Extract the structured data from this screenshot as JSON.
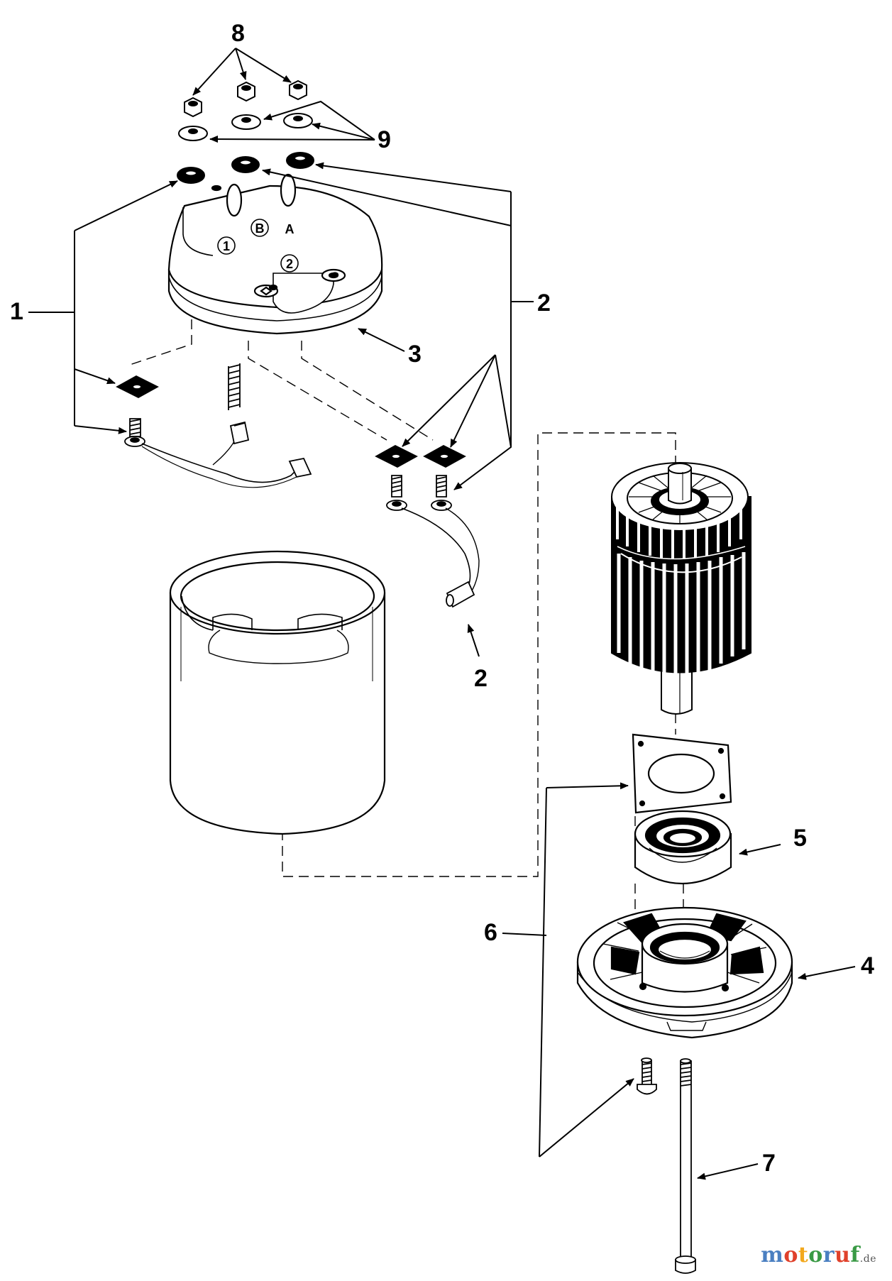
{
  "diagram": {
    "callouts": [
      {
        "id": "c8",
        "label": "8"
      },
      {
        "id": "c9",
        "label": "9"
      },
      {
        "id": "c1",
        "label": "1"
      },
      {
        "id": "c2a",
        "label": "2"
      },
      {
        "id": "c3",
        "label": "3"
      },
      {
        "id": "c2b",
        "label": "2"
      },
      {
        "id": "c5",
        "label": "5"
      },
      {
        "id": "c6",
        "label": "6"
      },
      {
        "id": "c4",
        "label": "4"
      },
      {
        "id": "c7",
        "label": "7"
      }
    ],
    "terminal_marks": {
      "b": "B",
      "a": "A",
      "one": "1",
      "two": "2"
    }
  },
  "watermark": {
    "letters": [
      "m",
      "o",
      "t",
      "o",
      "r",
      "u",
      "f"
    ],
    "colors": [
      "#4a7fc1",
      "#e0412b",
      "#f2a81d",
      "#3a9a45",
      "#4a7fc1",
      "#e0412b",
      "#3a9a45"
    ],
    "suffix": ".de"
  }
}
